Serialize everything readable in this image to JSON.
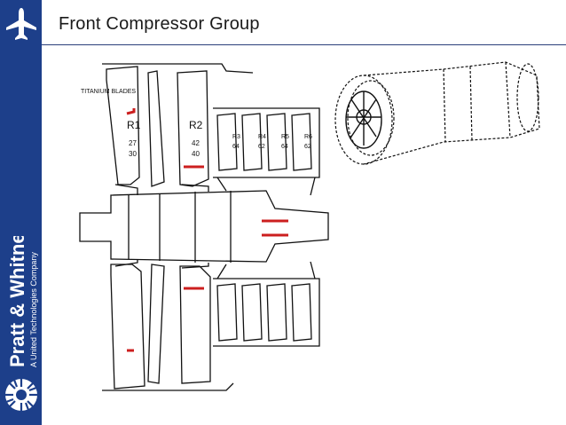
{
  "slide": {
    "title": "Front Compressor Group"
  },
  "branding": {
    "name": "Pratt & Whitney",
    "tagline": "A United Technologies Company",
    "sidebar_color": "#1d3f8a"
  },
  "diagram": {
    "note": "TITANIUM BLADES",
    "rows": [
      {
        "label": "R1",
        "count": "27",
        "count2": "30"
      },
      {
        "label": "R2",
        "count": "42",
        "count2": "40"
      },
      {
        "label": "R3",
        "count": "64"
      },
      {
        "label": "R4",
        "count": "62"
      },
      {
        "label": "R5",
        "count": "64"
      },
      {
        "label": "R6",
        "count": "62"
      }
    ],
    "highlight_color": "#cc1f1f"
  }
}
